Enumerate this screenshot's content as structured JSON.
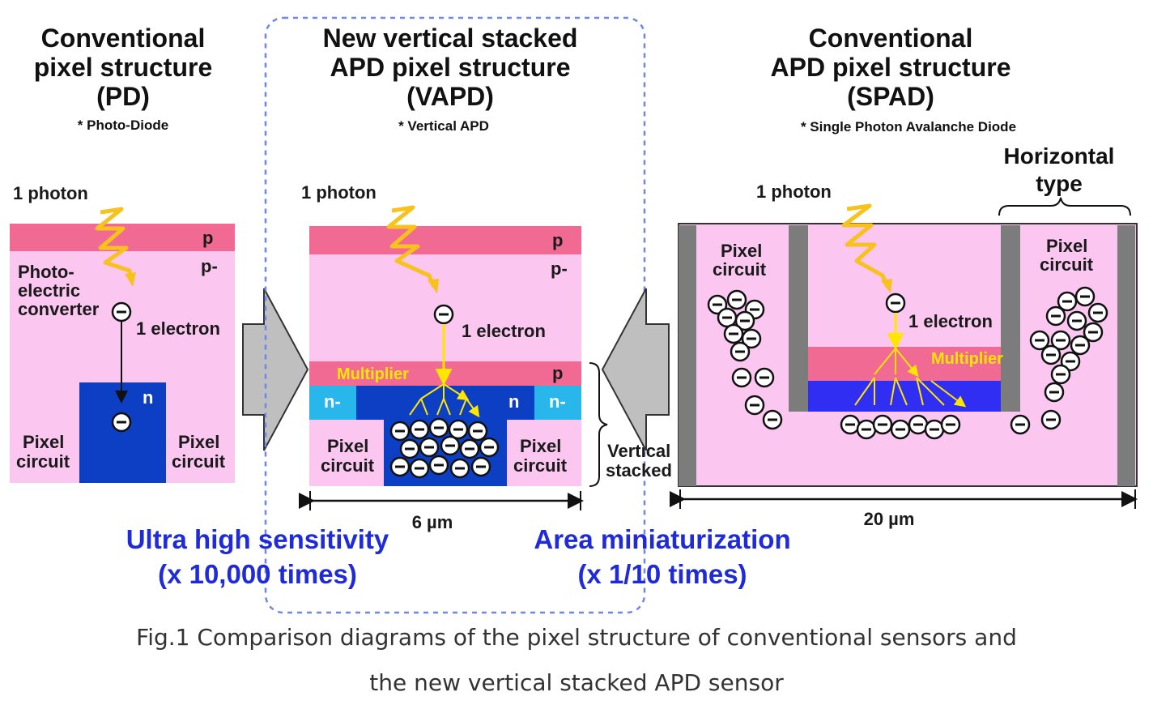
{
  "pd": {
    "title_1": "Conventional",
    "title_2": "pixel structure",
    "title_3": "(PD)",
    "note": "* Photo-Diode",
    "photon": "1 photon",
    "p": "p",
    "p_minus": "p-",
    "converter_1": "Photo-",
    "converter_2": "electric",
    "converter_3": "converter",
    "electron": "1 electron",
    "n": "n",
    "pixel": "Pixel",
    "circuit": "circuit"
  },
  "vapd": {
    "title_1": "New vertical stacked",
    "title_2": "APD pixel structure",
    "title_3": "(VAPD)",
    "note": "* Vertical APD",
    "photon": "1 photon",
    "p": "p",
    "p_minus": "p-",
    "electron": "1 electron",
    "multiplier": "Multiplier",
    "n": "n",
    "n_minus": "n-",
    "pixel": "Pixel",
    "circuit": "circuit",
    "vertical": "Vertical",
    "stacked": "stacked",
    "width": "6 µm"
  },
  "spad": {
    "title_1": "Conventional",
    "title_2": "APD pixel structure",
    "title_3": "(SPAD)",
    "note": "* Single Photon Avalanche Diode",
    "horizontal_1": "Horizontal",
    "horizontal_2": "type",
    "photon": "1 photon",
    "pixel": "Pixel",
    "circuit": "circuit",
    "electron": "1 electron",
    "multiplier": "Multiplier",
    "width": "20 µm"
  },
  "sensitivity": {
    "line_1": "Ultra high sensitivity",
    "line_2": "(x 10,000 times)"
  },
  "miniaturization": {
    "line_1": "Area miniaturization",
    "line_2": "(x 1/10 times)"
  },
  "caption": {
    "line_1": "Fig.1 Comparison diagrams of the pixel structure of conventional sensors and",
    "line_2": "the new vertical stacked APD sensor"
  },
  "colors": {
    "p_layer": "#f06a93",
    "p_minus_layer": "#fbc6f0",
    "n_layer": "#0d3fc4",
    "n_minus_layer": "#29b6ea",
    "photon": "#f7c21b",
    "accent_text": "#1f2bd8",
    "frame": "#6f86ea",
    "wall": "#7c7c7c"
  }
}
